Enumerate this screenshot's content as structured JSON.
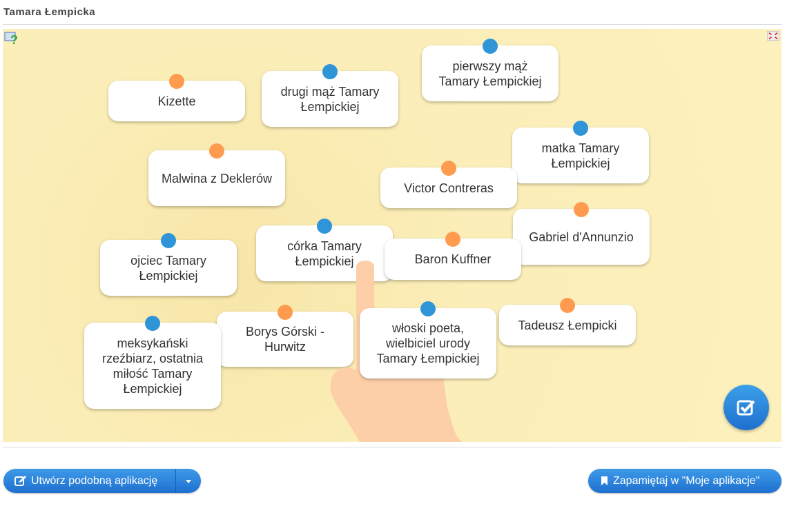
{
  "title": "Tamara Łempicka",
  "cards": [
    {
      "text": "Kizette",
      "dot": "orange"
    },
    {
      "text": "drugi mąż Tamary Łempickiej",
      "dot": "blue"
    },
    {
      "text": "pierwszy mąż Tamary Łempickiej",
      "dot": "blue"
    },
    {
      "text": "matka Tamary Łempickiej",
      "dot": "blue"
    },
    {
      "text": "Malwina z Deklerów",
      "dot": "orange"
    },
    {
      "text": "Victor Contreras",
      "dot": "orange"
    },
    {
      "text": "Gabriel d'Annunzio",
      "dot": "orange"
    },
    {
      "text": "córka Tamary Łempickiej",
      "dot": "blue"
    },
    {
      "text": "Baron Kuffner",
      "dot": "orange"
    },
    {
      "text": "ojciec Tamary Łempickiej",
      "dot": "blue"
    },
    {
      "text": "Tadeusz Łempicki",
      "dot": "orange"
    },
    {
      "text": "włoski poeta, wielbiciel urody Tamary Łempickiej",
      "dot": "blue"
    },
    {
      "text": "Borys Górski - Hurwitz",
      "dot": "orange"
    },
    {
      "text": "meksykański rzeźbiarz, ostatnia miłość Tamary Łempickiej",
      "dot": "blue"
    }
  ],
  "buttons": {
    "create": "Utwórz podobną aplikację",
    "save": "Zapamiętaj w \"Moje aplikacje\""
  }
}
